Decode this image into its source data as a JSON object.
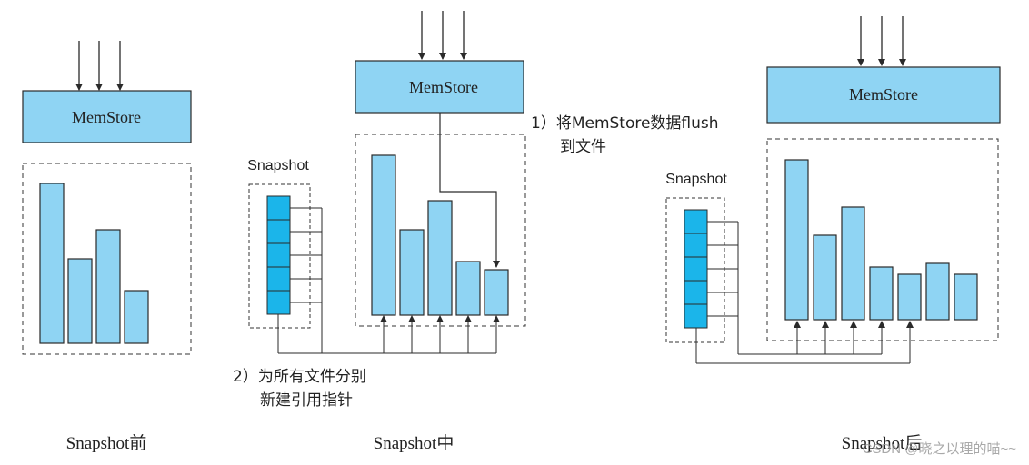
{
  "panels": {
    "before": {
      "memstore_label": "MemStore",
      "caption": "Snapshot前"
    },
    "during": {
      "memstore_label": "MemStore",
      "snapshot_label": "Snapshot",
      "step1_line1": "1）将MemStore数据flush",
      "step1_line2": "到文件",
      "step2_line1": "2）为所有文件分别",
      "step2_line2": "新建引用指针",
      "caption": "Snapshot中"
    },
    "after": {
      "memstore_label": "MemStore",
      "snapshot_label": "Snapshot",
      "caption": "Snapshot后"
    }
  },
  "watermark": "CSDN @晓之以理的喵~~",
  "colors": {
    "memstore_fill": "#8fd4f3",
    "file_fill": "#8fd4f3",
    "snapshot_fill": "#1bb5ea",
    "stroke": "#2a2a2a"
  }
}
